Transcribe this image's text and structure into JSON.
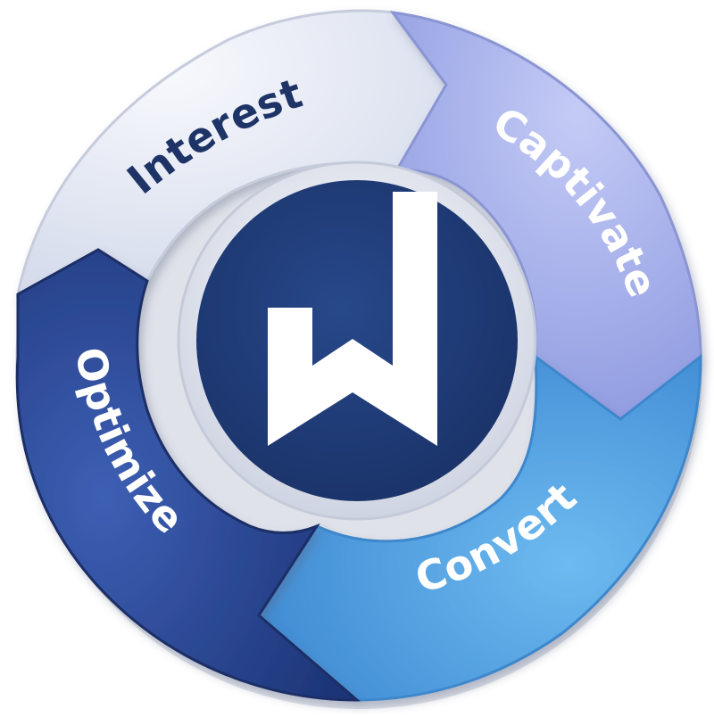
{
  "diagram": {
    "segments": [
      {
        "id": "interest",
        "label": "Interest",
        "text_color": "#1e3466"
      },
      {
        "id": "captivate",
        "label": "Captivate",
        "text_color": "#ffffff"
      },
      {
        "id": "convert",
        "label": "Convert",
        "text_color": "#ffffff"
      },
      {
        "id": "optimize",
        "label": "Optimize",
        "text_color": "#ffffff"
      }
    ],
    "center_logo": {
      "icon": "w-logo-icon",
      "color": "#1f3d78"
    },
    "colors": {
      "interest": "#e7ebf6",
      "captivate": "#aab4ee",
      "convert": "#55a7e4",
      "optimize": "#2c4a9a",
      "ring": "#e4e7ef",
      "center": "#1f3d78",
      "shadow": "#9aa3b8"
    }
  }
}
